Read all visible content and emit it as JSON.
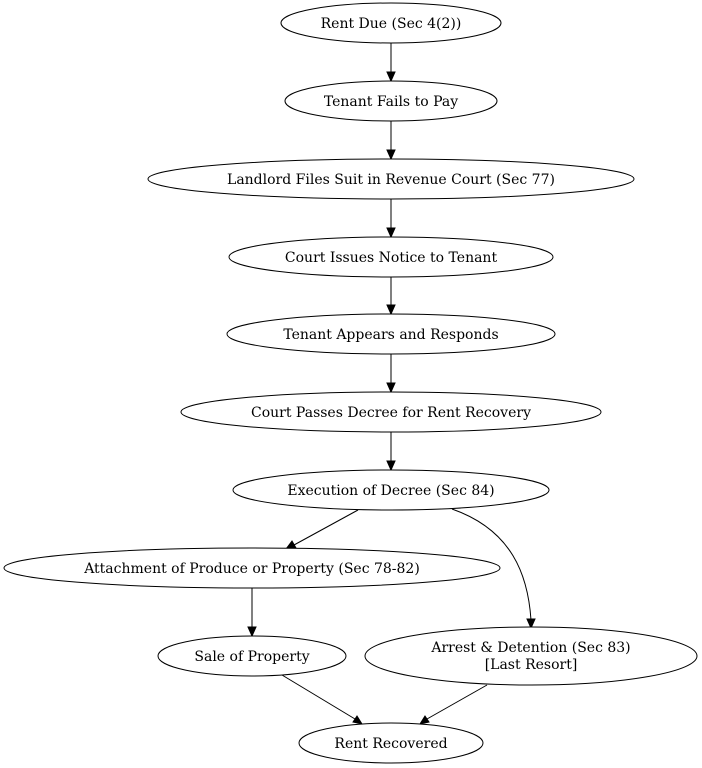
{
  "diagram": {
    "type": "flowchart",
    "nodes": {
      "rent_due": {
        "label": "Rent Due (Sec 4(2))"
      },
      "fails_to_pay": {
        "label": "Tenant Fails to Pay"
      },
      "files_suit": {
        "label": "Landlord Files Suit in Revenue Court (Sec 77)"
      },
      "issues_notice": {
        "label": "Court Issues Notice to Tenant"
      },
      "appears_responds": {
        "label": "Tenant Appears and Responds"
      },
      "passes_decree": {
        "label": "Court Passes Decree for Rent Recovery"
      },
      "execution": {
        "label": "Execution of Decree (Sec 84)"
      },
      "attachment": {
        "label": "Attachment of Produce or Property (Sec 78-82)"
      },
      "sale": {
        "label": "Sale of Property"
      },
      "arrest": {
        "label": "Arrest & Detention (Sec 83)",
        "label2": "[Last Resort]"
      },
      "recovered": {
        "label": "Rent Recovered"
      }
    },
    "edges": [
      {
        "from": "rent_due",
        "to": "fails_to_pay"
      },
      {
        "from": "fails_to_pay",
        "to": "files_suit"
      },
      {
        "from": "files_suit",
        "to": "issues_notice"
      },
      {
        "from": "issues_notice",
        "to": "appears_responds"
      },
      {
        "from": "appears_responds",
        "to": "passes_decree"
      },
      {
        "from": "passes_decree",
        "to": "execution"
      },
      {
        "from": "execution",
        "to": "attachment"
      },
      {
        "from": "execution",
        "to": "arrest"
      },
      {
        "from": "attachment",
        "to": "sale"
      },
      {
        "from": "sale",
        "to": "recovered"
      },
      {
        "from": "arrest",
        "to": "recovered"
      }
    ]
  }
}
